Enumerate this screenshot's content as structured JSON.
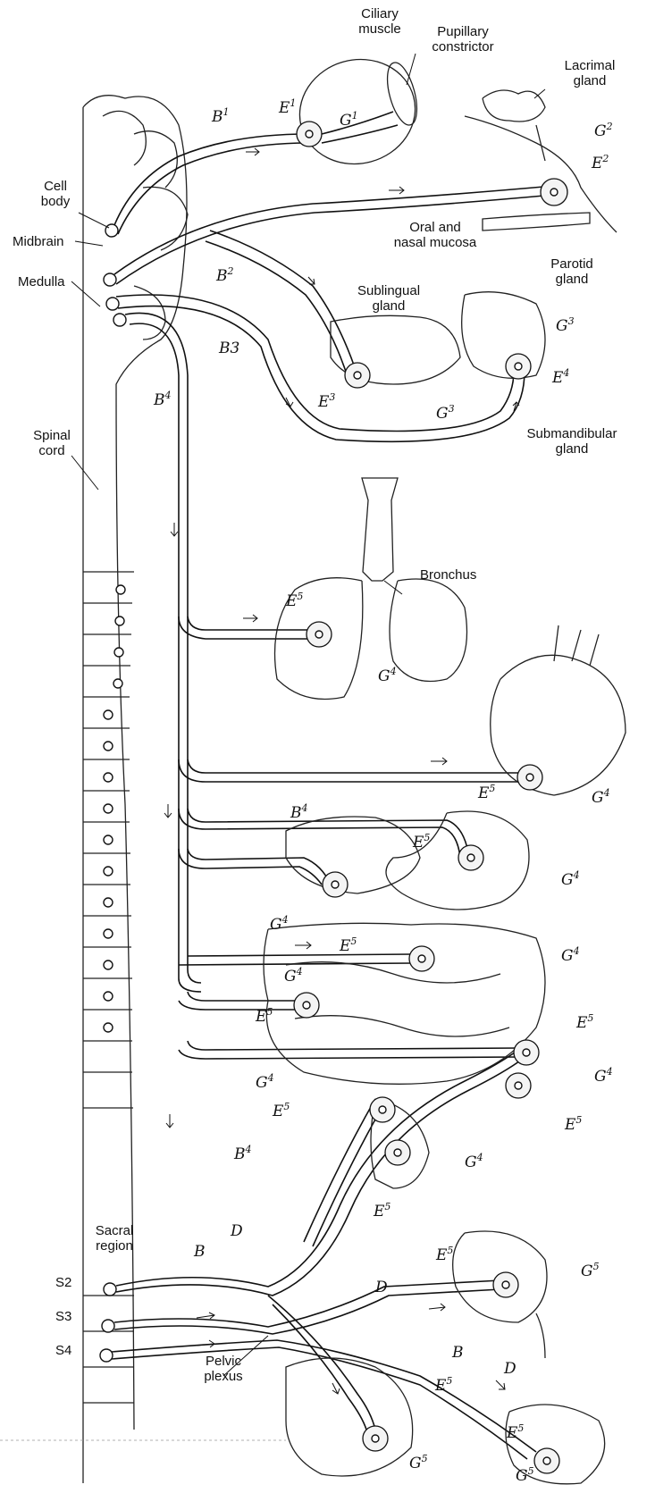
{
  "labels": {
    "ciliary_muscle": [
      "Ciliary",
      "muscle"
    ],
    "pupillary_constrictor": [
      "Pupillary",
      "constrictor"
    ],
    "lacrimal_gland": [
      "Lacrimal",
      "gland"
    ],
    "cell_body": [
      "Cell",
      "body"
    ],
    "midbrain": "Midbrain",
    "medulla": "Medulla",
    "oral_nasal_mucosa": [
      "Oral and",
      "nasal mucosa"
    ],
    "parotid_gland": [
      "Parotid",
      "gland"
    ],
    "sublingual_gland": [
      "Sublingual",
      "gland"
    ],
    "submandibular_gland": [
      "Submandibular",
      "gland"
    ],
    "spinal_cord": [
      "Spinal",
      "cord"
    ],
    "bronchus": "Bronchus",
    "sacral_region": [
      "Sacral",
      "region"
    ],
    "s2": "S2",
    "s3": "S3",
    "s4": "S4",
    "pelvic_plexus": [
      "Pelvic",
      "plexus"
    ]
  },
  "hand_labels": {
    "B": "B",
    "D": "D",
    "E": "E",
    "G": "G",
    "one": "1",
    "two": "2",
    "three": "3",
    "four": "4",
    "five": "5",
    "B3": "B3"
  },
  "colors": {
    "ink": "#111111",
    "paper": "#ffffff",
    "ganglion_fill": "#f4f4f4"
  }
}
